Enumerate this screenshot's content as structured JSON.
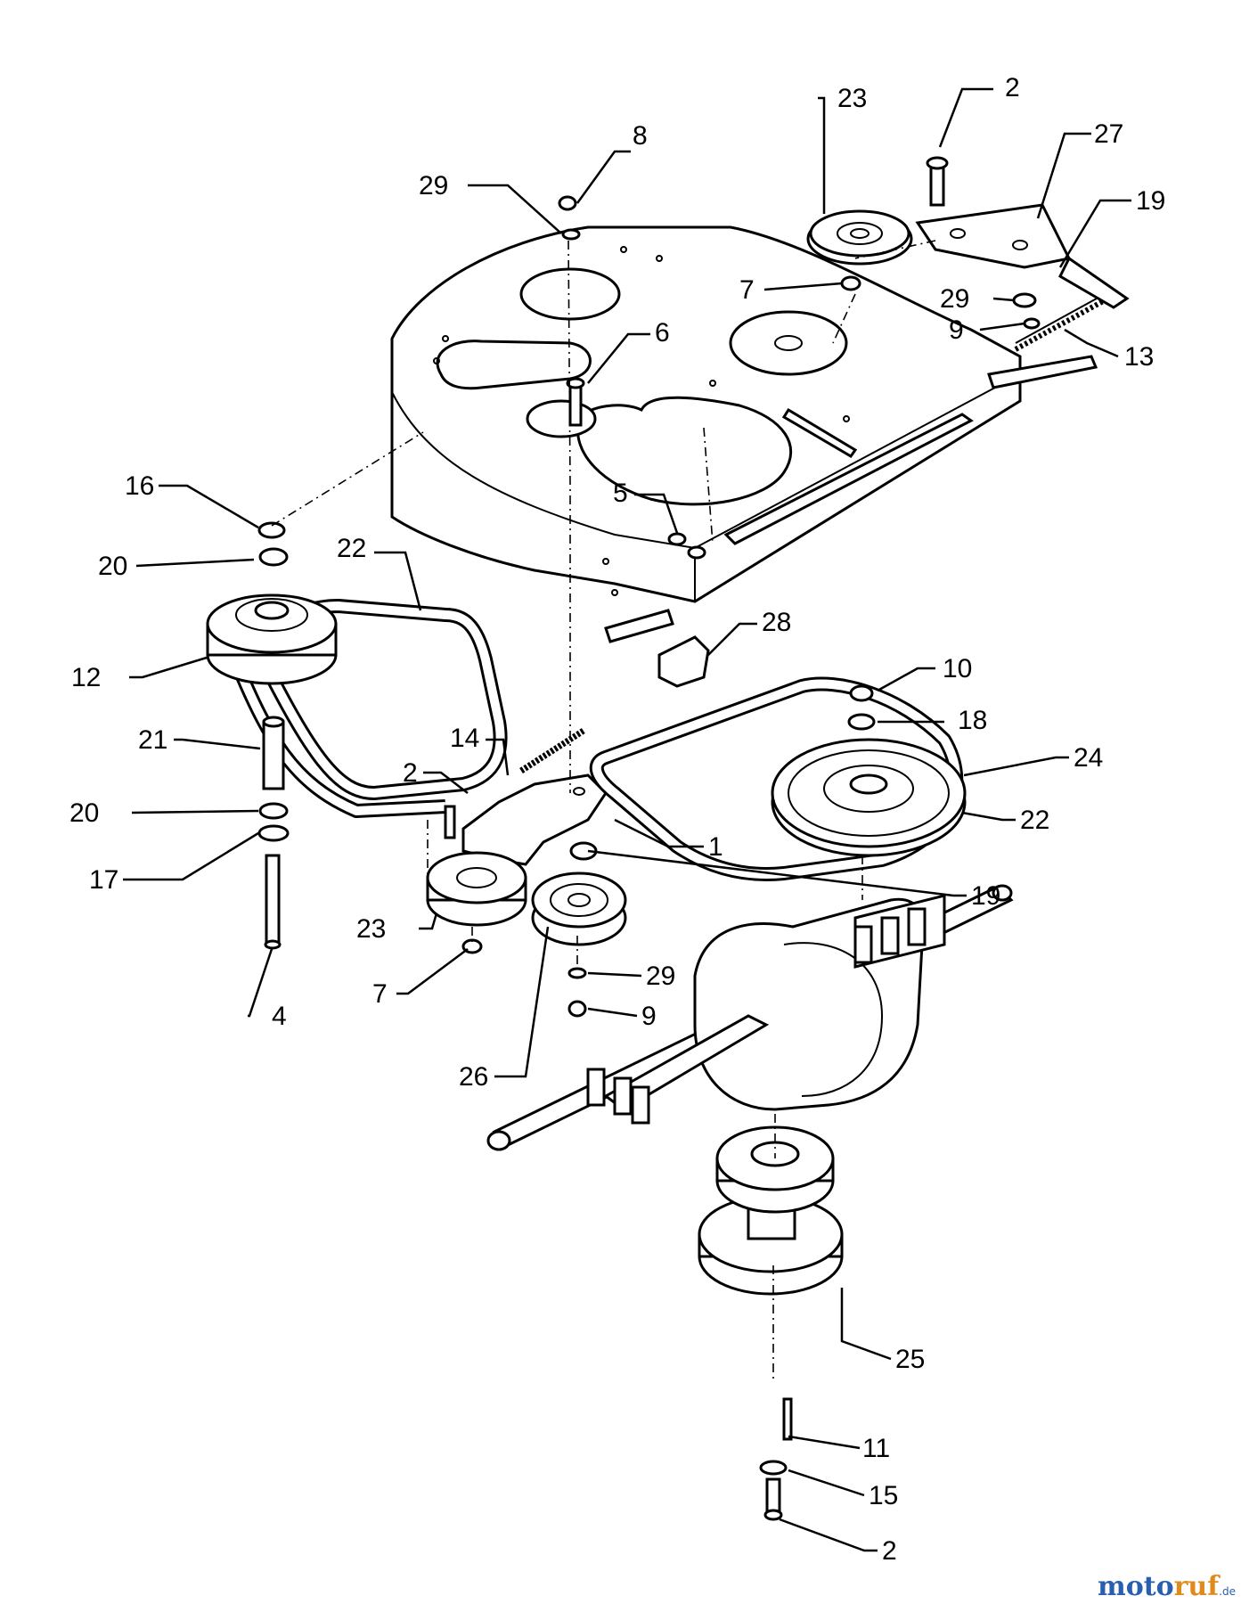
{
  "labels": [
    {
      "id": "c8",
      "text": "8"
    },
    {
      "id": "c29a",
      "text": "29"
    },
    {
      "id": "c23a",
      "text": "23"
    },
    {
      "id": "c2a",
      "text": "2"
    },
    {
      "id": "c27",
      "text": "27"
    },
    {
      "id": "c19a",
      "text": "19"
    },
    {
      "id": "c7a",
      "text": "7"
    },
    {
      "id": "c29b",
      "text": "29"
    },
    {
      "id": "c9a",
      "text": "9"
    },
    {
      "id": "c13",
      "text": "13"
    },
    {
      "id": "c6",
      "text": "6"
    },
    {
      "id": "c16",
      "text": "16"
    },
    {
      "id": "c20a",
      "text": "20"
    },
    {
      "id": "c22a",
      "text": "22"
    },
    {
      "id": "c5",
      "text": "5"
    },
    {
      "id": "c12",
      "text": "12"
    },
    {
      "id": "c28",
      "text": "28"
    },
    {
      "id": "c10",
      "text": "10"
    },
    {
      "id": "c18",
      "text": "18"
    },
    {
      "id": "c21",
      "text": "21"
    },
    {
      "id": "c14",
      "text": "14"
    },
    {
      "id": "c24",
      "text": "24"
    },
    {
      "id": "c2b",
      "text": "2"
    },
    {
      "id": "c20b",
      "text": "20"
    },
    {
      "id": "c1",
      "text": "1"
    },
    {
      "id": "c22b",
      "text": "22"
    },
    {
      "id": "c17",
      "text": "17"
    },
    {
      "id": "c19b",
      "text": "19"
    },
    {
      "id": "c23b",
      "text": "23"
    },
    {
      "id": "c29c",
      "text": "29"
    },
    {
      "id": "c7b",
      "text": "7"
    },
    {
      "id": "c9b",
      "text": "9"
    },
    {
      "id": "c4",
      "text": "4"
    },
    {
      "id": "c26",
      "text": "26"
    },
    {
      "id": "c25",
      "text": "25"
    },
    {
      "id": "c11",
      "text": "11"
    },
    {
      "id": "c15",
      "text": "15"
    },
    {
      "id": "c2c",
      "text": "2"
    }
  ],
  "watermark": {
    "main": "motoruf",
    "suffix": ".de"
  }
}
